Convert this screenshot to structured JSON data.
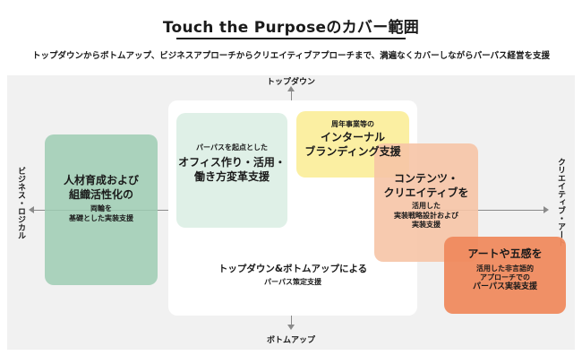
{
  "header": {
    "title": "Touch the Purposeのカバー範囲",
    "subtitle": "トップダウンからボトムアップ、ビジネスアプローチからクリエイティブアプローチまで、満遍なくカバーしながらパーパス経営を支援"
  },
  "axes": {
    "top": "トップダウン",
    "bottom": "ボトムアップ",
    "left": "ビジネス・ロジカル",
    "right": "クリエイティブ・アート"
  },
  "boxes": {
    "green": {
      "line1": "人材育成および",
      "line2": "組織活性化の",
      "line3": "両輪を",
      "line4": "基礎とした実装支援"
    },
    "mint": {
      "line1": "パーパスを起点とした",
      "line2": "オフィス作り・活用・",
      "line3": "働き方変革支援"
    },
    "yellow": {
      "line1": "周年事業等の",
      "line2": "インターナル",
      "line3": "ブランディング支援"
    },
    "peach": {
      "line1": "コンテンツ・",
      "line2": "クリエイティブを",
      "line3": "活用した",
      "line4": "実装戦略設計および",
      "line5": "実装支援"
    },
    "orange": {
      "line1": "アートや五感を",
      "line2": "活用した非言語的",
      "line3": "アプローチでの",
      "line4": "パーパス実装支援"
    },
    "white": {
      "line1": "トップダウン&ボトムアップによる",
      "line2": "パーパス策定支援"
    }
  },
  "colors": {
    "green": "#9dcdb3",
    "mint": "#dff0e7",
    "yellow": "#fbee9a",
    "peach": "#f6c4a6",
    "orange": "#ef8a5e",
    "panel": "#f1f1f1"
  }
}
